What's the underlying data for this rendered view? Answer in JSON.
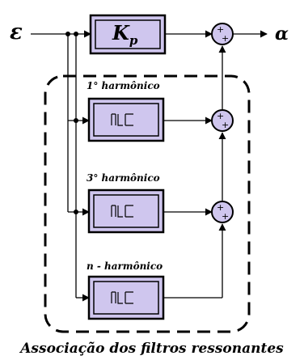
{
  "input_label": "ε",
  "output_label": "α",
  "gain_block": {
    "symbol": "K",
    "subscript": "p"
  },
  "harmonics": [
    {
      "label": "1° harmônico"
    },
    {
      "label": "3° harmônico"
    },
    {
      "label": "n - harmônico"
    }
  ],
  "sum_signs": {
    "top": "+",
    "bottom": "+"
  },
  "caption": "Associação dos filtros ressonantes",
  "colors": {
    "block_fill": "#cfc6ee",
    "block_border": "#000000",
    "line": "#000000"
  }
}
